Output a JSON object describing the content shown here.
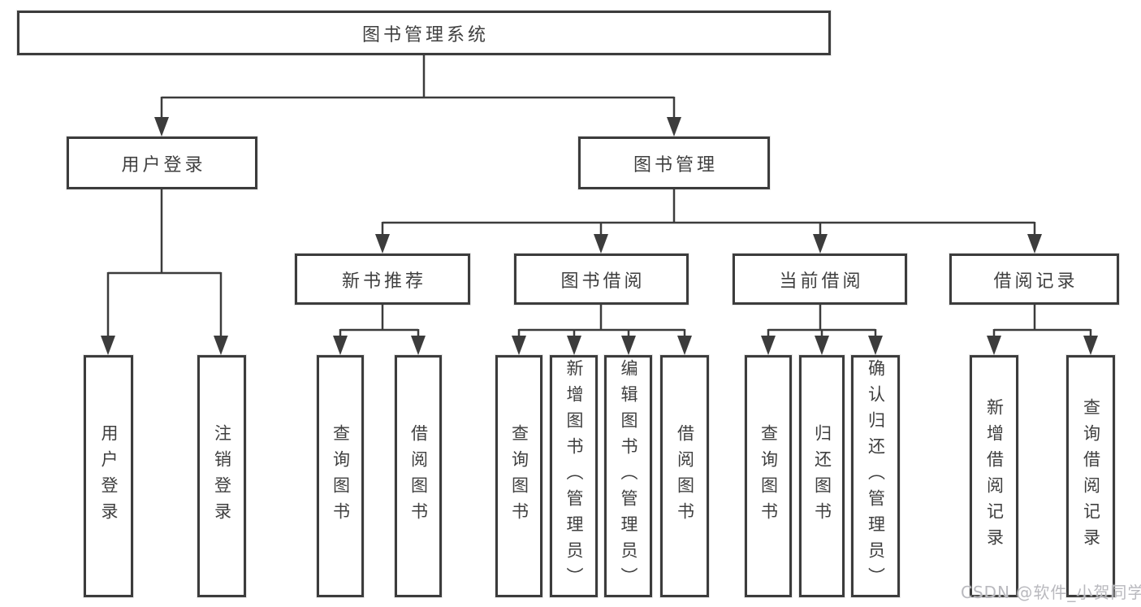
{
  "colors": {
    "line": "#3c3c3c",
    "box_border": "#3c3c3c",
    "text": "#3f3f3f",
    "background": "#ffffff",
    "watermark": "#b9b9be"
  },
  "tree": {
    "label": "图书管理系统",
    "children": [
      {
        "label": "用户登录",
        "children": [
          {
            "label": "用户登录"
          },
          {
            "label": "注销登录"
          }
        ]
      },
      {
        "label": "图书管理",
        "children": [
          {
            "label": "新书推荐",
            "children": [
              {
                "label": "查询图书"
              },
              {
                "label": "借阅图书"
              }
            ]
          },
          {
            "label": "图书借阅",
            "children": [
              {
                "label": "查询图书"
              },
              {
                "label": "新增图书（管理员）"
              },
              {
                "label": "编辑图书（管理员）"
              },
              {
                "label": "借阅图书"
              }
            ]
          },
          {
            "label": "当前借阅",
            "children": [
              {
                "label": "查询图书"
              },
              {
                "label": "归还图书"
              },
              {
                "label": "确认归还（管理员）"
              }
            ]
          },
          {
            "label": "借阅记录",
            "children": [
              {
                "label": "新增借阅记录"
              },
              {
                "label": "查询借阅记录"
              }
            ]
          }
        ]
      }
    ]
  },
  "watermark": {
    "text": "CSDN @软件_小贺同学"
  }
}
